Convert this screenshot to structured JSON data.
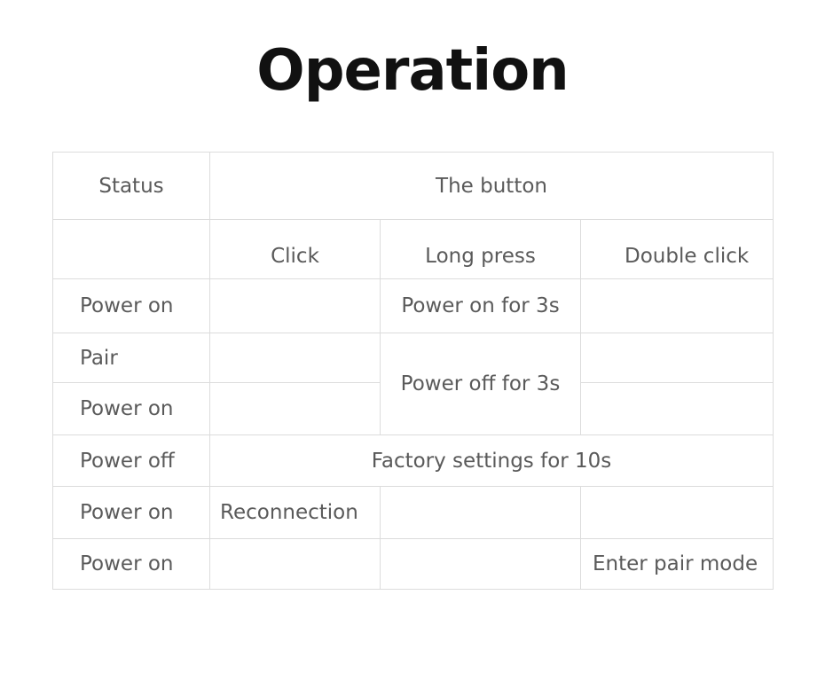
{
  "title": "Operation",
  "table": {
    "header": {
      "status": "Status",
      "button": "The button"
    },
    "columns": {
      "click": "Click",
      "long_press": "Long press",
      "double_click": "Double click"
    },
    "rows": [
      {
        "status": "Power on",
        "click": "",
        "long_press": "Power on for 3s",
        "double_click": ""
      },
      {
        "status": "Pair",
        "click": "",
        "double_click": ""
      },
      {
        "status": "Power on",
        "click": "",
        "double_click": ""
      },
      {
        "status": "Power off",
        "merged": "Factory settings for 10s"
      },
      {
        "status": "Power on",
        "click": "Reconnection",
        "long_press": "",
        "double_click": ""
      },
      {
        "status": "Power on",
        "click": "",
        "long_press": "",
        "double_click": "Enter pair mode"
      }
    ],
    "merged_long_press_rows_2_3": "Power off for 3s"
  }
}
